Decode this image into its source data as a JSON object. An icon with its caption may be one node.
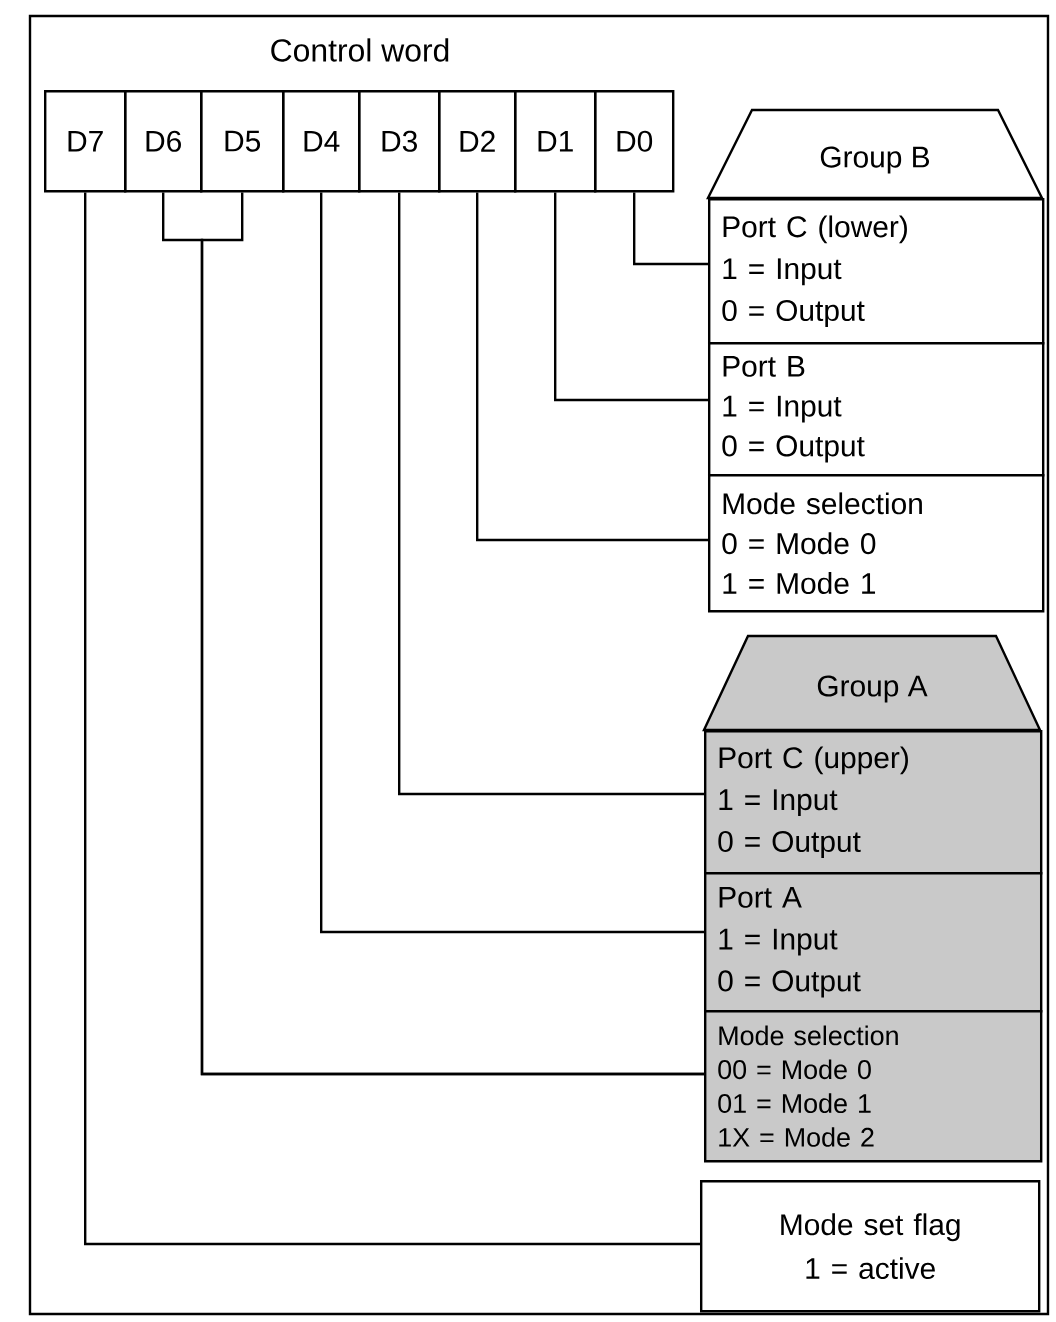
{
  "diagram": {
    "title": "Control word",
    "nodes": [
      {
        "text": [
          "D7"
        ]
      },
      {
        "text": [
          "D6"
        ]
      },
      {
        "text": [
          "D5"
        ]
      },
      {
        "text": [
          "D4"
        ]
      },
      {
        "text": [
          "D3"
        ]
      },
      {
        "text": [
          "D2"
        ]
      },
      {
        "text": [
          "D1"
        ]
      },
      {
        "text": [
          "D0"
        ]
      },
      {
        "text": [
          "Group B"
        ]
      },
      {
        "text": [
          "Port C (lower)",
          "1 = Input",
          "0 = Output"
        ]
      },
      {
        "text": [
          "Port B",
          "1 = Input",
          "0 = Output"
        ]
      },
      {
        "text": [
          "Mode selection",
          "0 = Mode 0",
          "1 = Mode 1"
        ]
      },
      {
        "text": [
          "Group A"
        ]
      },
      {
        "text": [
          "Port C (upper)",
          "1 = Input",
          "0 = Output"
        ]
      },
      {
        "text": [
          "Port A",
          "1 = Input",
          "0 = Output"
        ]
      },
      {
        "text": [
          "Mode selection",
          "00 = Mode 0",
          "01 = Mode 1",
          "1X = Mode 2"
        ]
      },
      {
        "text": [
          "Mode set flag",
          "1 = active"
        ]
      }
    ],
    "edges": [
      {
        "from": 7,
        "to": 9,
        "arrow": "none"
      },
      {
        "from": 6,
        "to": 10,
        "arrow": "none"
      },
      {
        "from": 5,
        "to": 11,
        "arrow": "none"
      },
      {
        "from": 4,
        "to": 13,
        "arrow": "none"
      },
      {
        "from": 3,
        "to": 14,
        "arrow": "none"
      },
      {
        "from": 1,
        "to": 15,
        "arrow": "none"
      },
      {
        "from": 2,
        "to": 15,
        "arrow": "none"
      },
      {
        "from": 0,
        "to": 16,
        "arrow": "none"
      }
    ]
  }
}
